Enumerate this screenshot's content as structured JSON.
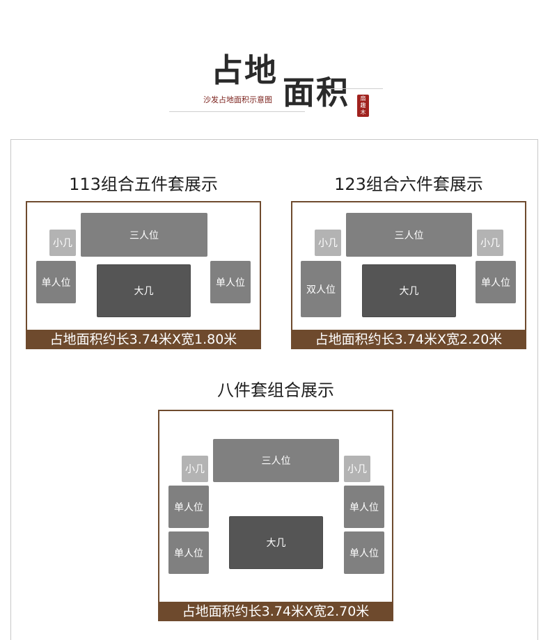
{
  "header": {
    "title_part1": "占地",
    "title_part2": "面积",
    "subtitle": "沙发占地面积示意图",
    "seal_text": "扇趣木"
  },
  "layouts": [
    {
      "title": "113组合五件套展示",
      "area": "占地面积约长3.74米X宽1.80米",
      "pieces": {
        "three_seat": "三人位",
        "side_left": "小几",
        "single_left": "单人位",
        "coffee_table": "大几",
        "single_right": "单人位"
      }
    },
    {
      "title": "123组合六件套展示",
      "area": "占地面积约长3.74米X宽2.20米",
      "pieces": {
        "three_seat": "三人位",
        "side_left": "小几",
        "side_right": "小几",
        "double_left": "双人位",
        "coffee_table": "大几",
        "single_right": "单人位"
      }
    },
    {
      "title": "八件套组合展示",
      "area": "占地面积约长3.74米X宽2.70米",
      "pieces": {
        "three_seat": "三人位",
        "side_left": "小几",
        "side_right": "小几",
        "single_left_top": "单人位",
        "single_left_bottom": "单人位",
        "coffee_table": "大几",
        "single_right_top": "单人位",
        "single_right_bottom": "单人位"
      }
    }
  ],
  "colors": {
    "brown": "#6e4a2d",
    "sofa_gray": "#808080",
    "table_gray": "#555555",
    "side_gray": "#b3b3b3",
    "seal_red": "#a0221e"
  }
}
